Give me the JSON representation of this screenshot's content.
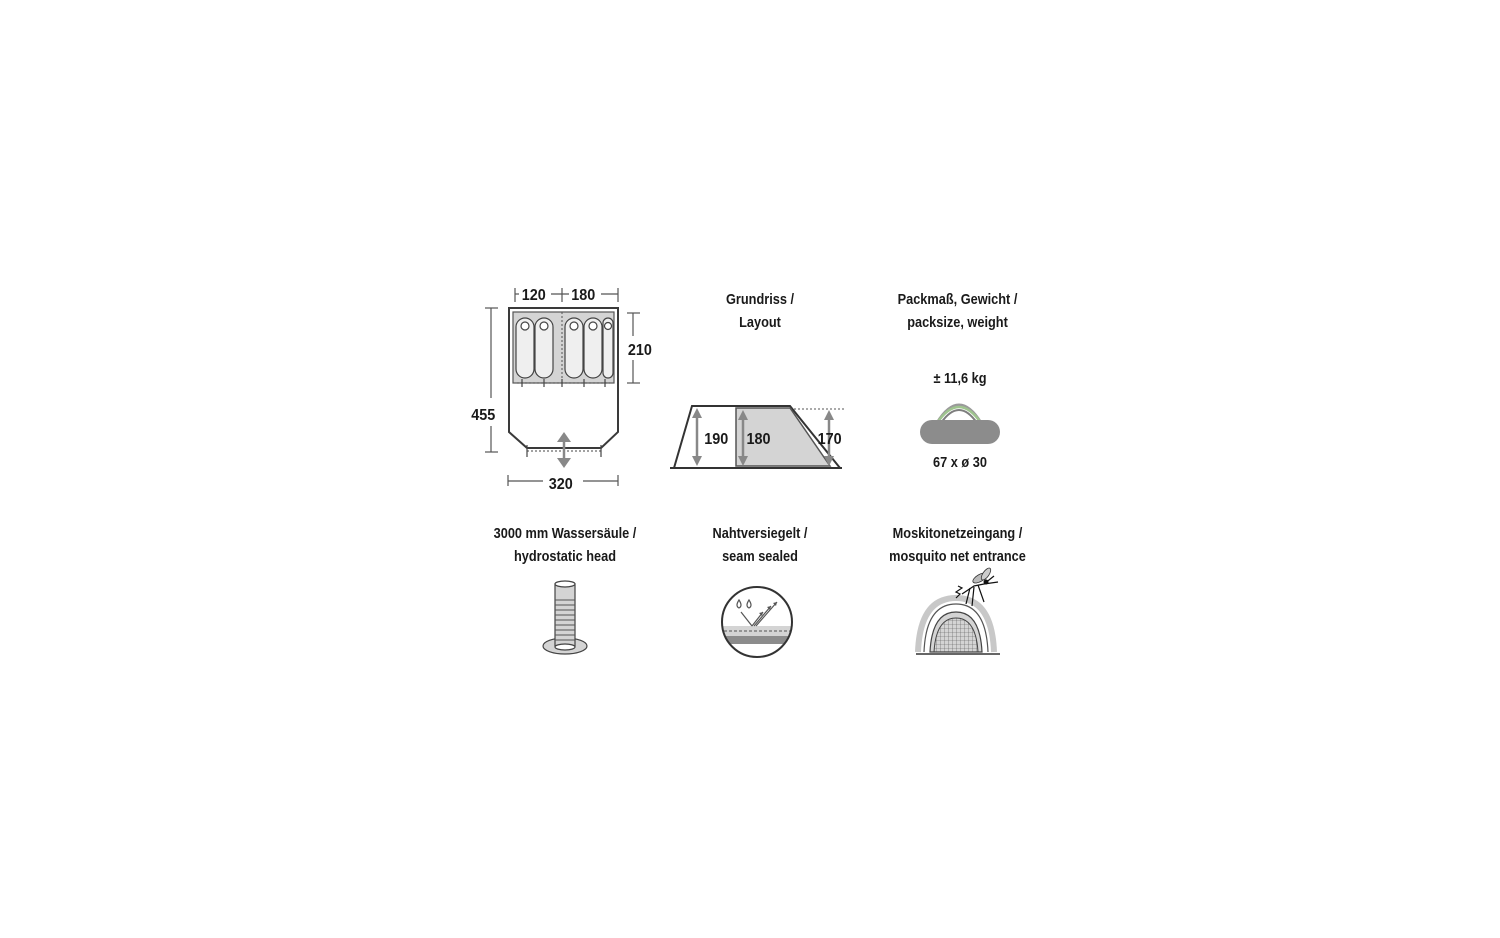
{
  "floorplan": {
    "dim_top_left": "120",
    "dim_top_right": "180",
    "dim_right": "210",
    "dim_left": "455",
    "dim_bottom": "320"
  },
  "sideview": {
    "title_line1": "Grundriss /",
    "title_line2": "Layout",
    "height_1": "190",
    "height_2": "180",
    "height_3": "170"
  },
  "pack": {
    "title_line1": "Packmaß, Gewicht /",
    "title_line2": "packsize, weight",
    "weight": "± 11,6 kg",
    "size": "67 x ø 30"
  },
  "features": [
    {
      "line1": "3000 mm Wassersäule /",
      "line2": "hydrostatic head",
      "icon": "water-column-icon"
    },
    {
      "line1": "Nahtversiegelt /",
      "line2": "seam sealed",
      "icon": "seam-sealed-icon"
    },
    {
      "line1": "Moskitonetzeingang /",
      "line2": "mosquito net entrance",
      "icon": "mosquito-net-icon"
    }
  ],
  "colors": {
    "line": "#3a3a3a",
    "fill_light": "#d4d4d4",
    "fill_mid": "#8c8c8c",
    "accent_handle": "#9fc48f"
  }
}
